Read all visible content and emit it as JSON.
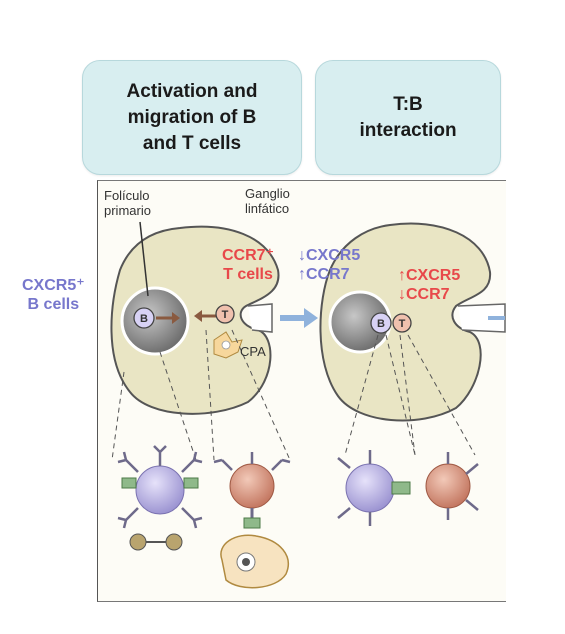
{
  "headers": {
    "activation": "Activation and\nmigration of B\nand T cells",
    "tb_interaction": "T:B\ninteraction"
  },
  "labels": {
    "foliculo": "Folículo\nprimario",
    "ganglio": "Ganglio\nlinfático",
    "ccr7_t_cells": "CCR7⁺\nT cells",
    "cxcr5_b_cells": "CXCR5⁺\nB cells",
    "b_shift": "↓CXCR5\n↑CCR7",
    "t_shift": "↑CXCR5\n↓CCR7",
    "cpa": "CPA",
    "b_marker": "B",
    "t_marker": "T"
  },
  "colors": {
    "node_fill": "#e9e5c4",
    "follicle": "#8a8a8a",
    "b_cell": "#b9b3e0",
    "t_cell": "#d99a84",
    "arrow_blue": "#8fb2dc",
    "red_text": "#e8484a",
    "blue_text": "#7777cc"
  }
}
